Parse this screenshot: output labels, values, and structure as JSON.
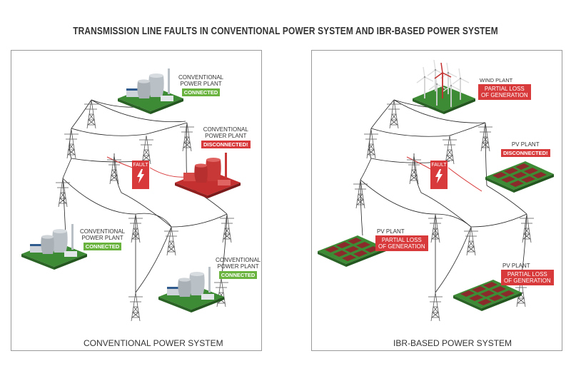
{
  "title": "TRANSMISSION LINE FAULTS IN CONVENTIONAL POWER SYSTEM AND IBR-BASED POWER SYSTEM",
  "left_panel": {
    "caption": "CONVENTIONAL POWER SYSTEM",
    "plant_top": {
      "name_line1": "CONVENTIONAL",
      "name_line2": "POWER PLANT",
      "status": "CONNECTED"
    },
    "plant_fault": {
      "name_line1": "CONVENTIONAL",
      "name_line2": "POWER PLANT",
      "status": "DISCONNECTED!"
    },
    "plant_left": {
      "name_line1": "CONVENTIONAL",
      "name_line2": "POWER PLANT",
      "status": "CONNECTED"
    },
    "plant_bottom": {
      "name_line1": "CONVENTIONAL",
      "name_line2": "POWER PLANT",
      "status": "CONNECTED"
    },
    "fault_label": "FAULT"
  },
  "right_panel": {
    "caption": "IBR-BASED POWER SYSTEM",
    "wind": {
      "name": "WIND PLANT",
      "status_line1": "PARTIAL LOSS",
      "status_line2": "OF GENERATION"
    },
    "pv_fault": {
      "name": "PV PLANT",
      "status": "DISCONNECTED!"
    },
    "pv_left": {
      "name": "PV PLANT",
      "status_line1": "PARTIAL LOSS",
      "status_line2": "OF GENERATION"
    },
    "pv_bottom": {
      "name": "PV PLANT",
      "status_line1": "PARTIAL LOSS",
      "status_line2": "OF GENERATION"
    },
    "fault_label": "FAULT"
  },
  "colors": {
    "green": "#6ab33e",
    "red": "#d8393a",
    "ground": "#3d8b35",
    "pv_red": "#8b2a2a",
    "plant_gray": "#b9c0c6"
  }
}
